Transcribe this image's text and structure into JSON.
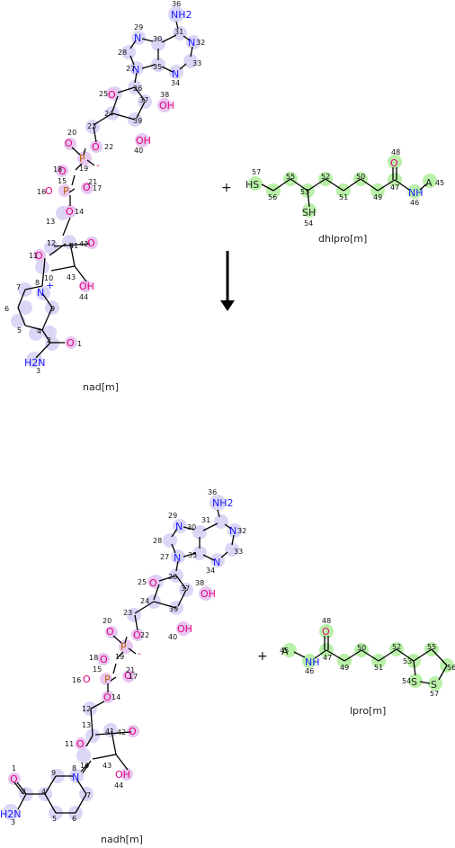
{
  "operators": {
    "plus": "+"
  },
  "colors": {
    "n_text": "#1a1aff",
    "o_text": "#e6007e",
    "p_text": "#c06000",
    "s_text": "#222222",
    "blue_halo": "#c8c8f5",
    "pink_halo": "#e6c8f0",
    "green_halo": "#b9f0a8"
  },
  "molecules": [
    {
      "id": "nad",
      "name": "nad[m]",
      "role": "reactant"
    },
    {
      "id": "dhlpro",
      "name": "dhlpro[m]",
      "role": "reactant"
    },
    {
      "id": "nadh",
      "name": "nadh[m]",
      "role": "product"
    },
    {
      "id": "lpro",
      "name": "lpro[m]",
      "role": "product"
    }
  ],
  "atom_labels": {
    "nh2": "NH2",
    "n": "N",
    "o": "O",
    "oh": "OH",
    "p": "P",
    "sh": "SH",
    "hs": "HS",
    "h2n": "H2N",
    "nh": "NH",
    "s": "S",
    "a": "A",
    "charge_plus": "+",
    "charge_minus": "-"
  }
}
